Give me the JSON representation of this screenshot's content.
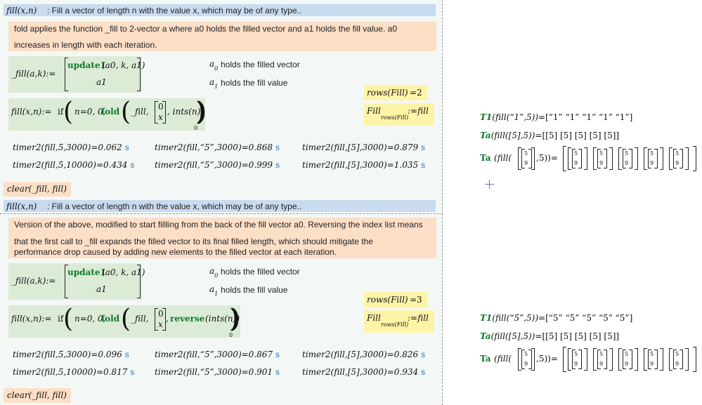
{
  "colors": {
    "header": "#c8dbef",
    "note": "#fcdfc7",
    "region": "#dcebd6",
    "highlight": "#fdf4a8",
    "keyword": "#0a7a28",
    "unit": "#2a6fc0"
  },
  "section1": {
    "header_fn": "fill(x,n)",
    "header_text": ": Fill a vector of length n with the value x, which may be of any type..",
    "note_line1": "fold applies the function _fill to 2-vector a where a0 holds the filled vector and a1 holds the fill value. a0",
    "note_line2": "increases in length with each iteration.",
    "fill_lhs": "_fill(a,k):=",
    "update": "update1",
    "update_args": "(a0, k, a1)",
    "a1": "a1",
    "label_a0": "holds the filled vector",
    "label_a1": "holds the fill value",
    "fill_def_lhs": "fill(x,n):=",
    "if_kw": "if",
    "cond": "n=0, 0,",
    "fold_kw": "fold",
    "fill_arg": "_fill,",
    "ints_arg": "ints(n)",
    "sub0": "0",
    "rows_expr": "rows(Fill)",
    "rows_val": "=2",
    "fill_assign_lhs": "Fill",
    "fill_assign_sub": "rows(Fill)",
    "fill_assign_rhs": ":=fill",
    "timers": [
      [
        "timer2(fill,5,3000)=0.062",
        "timer2(fill,“5”,3000)=0.868",
        "timer2(fill,[5],3000)=0.879"
      ],
      [
        "timer2(fill,5,10000)=0.434",
        "timer2(fill,“5”,3000)=0.999",
        "timer2(fill,[5],3000)=1.035"
      ]
    ],
    "unit": "s",
    "clear": "clear(_fill, fill)",
    "results": [
      {
        "fn": "T1",
        "expr": "(fill(“1”,5))=",
        "val": "[“1”  “1”  “1”  “1”  “1”]"
      },
      {
        "fn": "Ta",
        "expr": "(fill([5],5))=",
        "val": "[[5]  [5]  [5]  [5]  [5]]"
      }
    ],
    "nested_fn": "Ta",
    "nested_call": "fill",
    "nested_top": "5",
    "nested_bot": "9",
    "nested_n": ",5"
  },
  "section2": {
    "header_fn": "fill(x,n)",
    "header_text": ": Fill a vector of length n with the value x, which may be of any type..",
    "note_line1": "Version of the above, modified to start fillling from the back of the fill vector a0. Reversing the index list means",
    "note_line2": "that the first call to _fill expands the filled vector to its final filled length, which should mitigate the",
    "note_line3": "performance drop caused by adding new elements to the filled vector at each iteration.",
    "reverse_kw": "reverse",
    "reverse_arg": "(ints(n))",
    "rows_val": "=3",
    "timers": [
      [
        "timer2(fill,5,3000)=0.096",
        "timer2(fill,“5”,3000)=0.867",
        "timer2(fill,[5],3000)=0.826"
      ],
      [
        "timer2(fill,5,10000)=0.817",
        "timer2(fill,“5”,3000)=0.901",
        "timer2(fill,[5],3000)=0.934"
      ]
    ],
    "results": [
      {
        "fn": "T1",
        "expr": "(fill(“5”,5))=",
        "val": "[“5”  “5”  “5”  “5”  “5”]"
      },
      {
        "fn": "Ta",
        "expr": "(fill([5],5))=",
        "val": "[[5]  [5]  [5]  [5]  [5]]"
      }
    ]
  }
}
